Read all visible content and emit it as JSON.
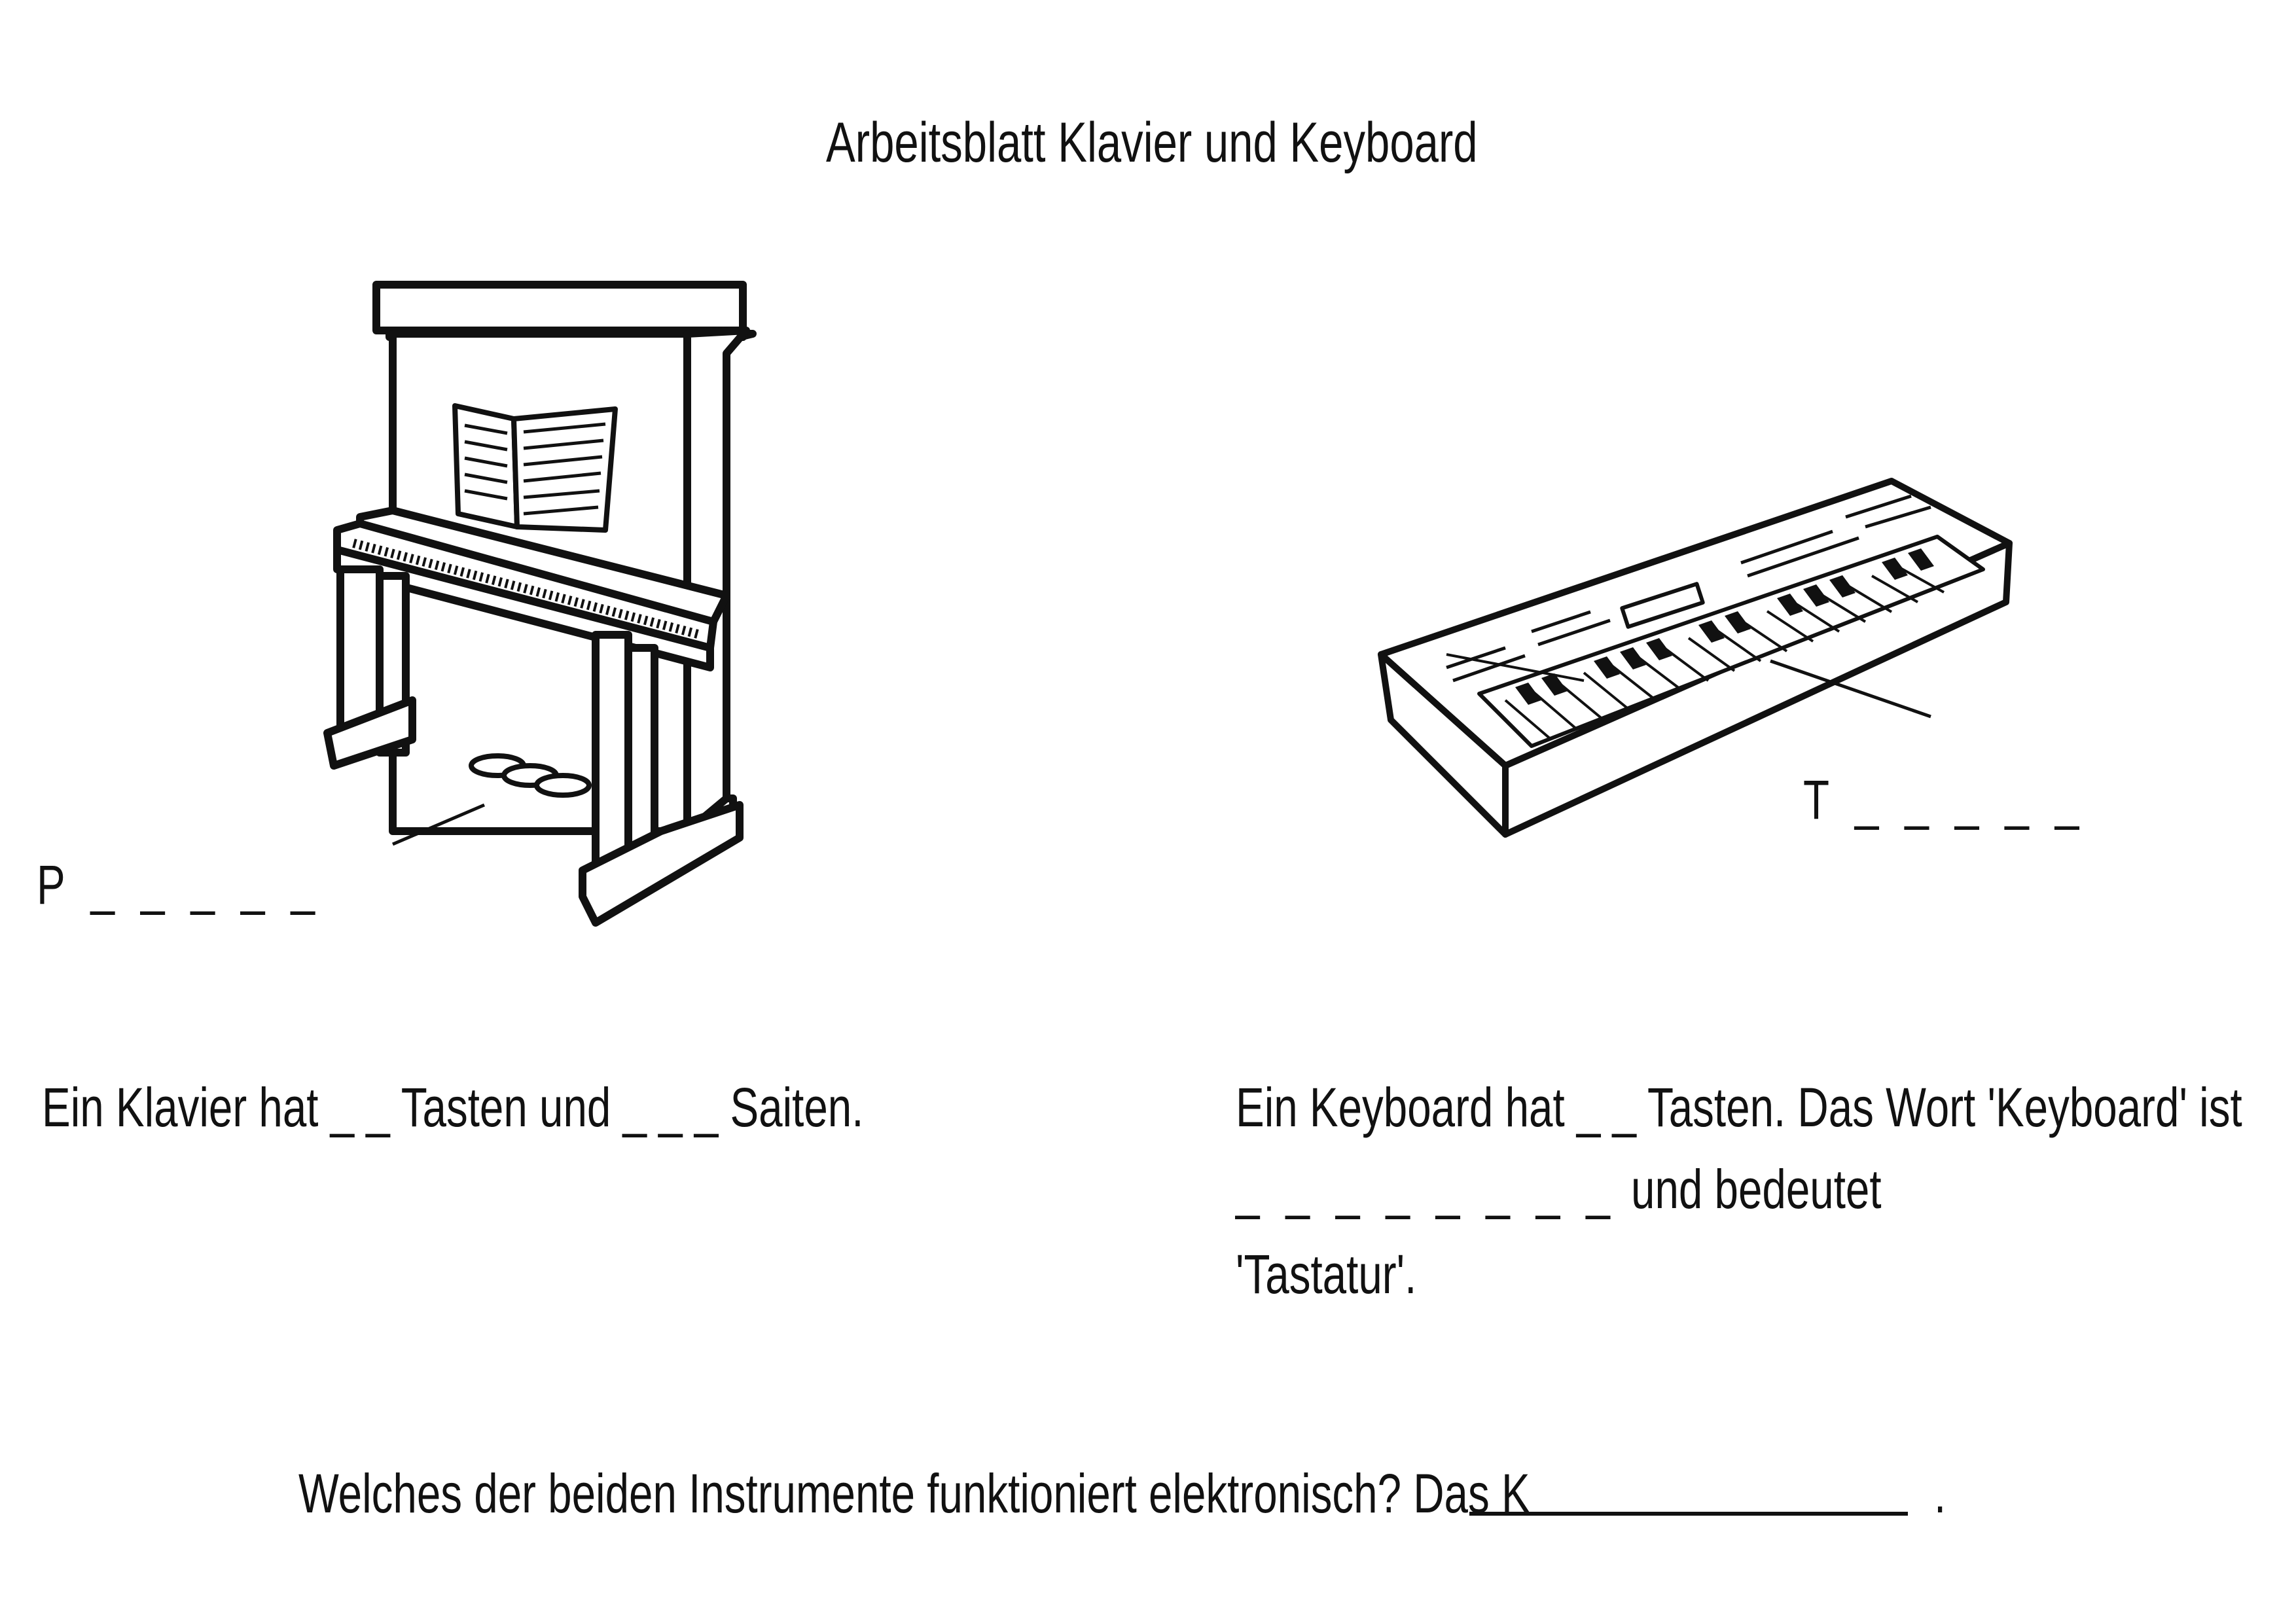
{
  "title": "Arbeitsblatt Klavier und Keyboard",
  "piano": {
    "label": "P _ _ _ _ _",
    "sentence": "Ein Klavier hat _ _ Tasten und _ _ _ Saiten."
  },
  "keyboard": {
    "label": "T _ _ _ _ _",
    "line1": "Ein Keyboard hat _ _ Tasten. Das Wort 'Keyboard' ist",
    "line2_blank": "_ _ _ _ _ _ _ _",
    "line2_text": "und bedeutet",
    "line3": "'Tastatur'."
  },
  "question": {
    "text": "Welches der beiden Instrumente funktioniert elektronisch? Das K",
    "end": "."
  }
}
